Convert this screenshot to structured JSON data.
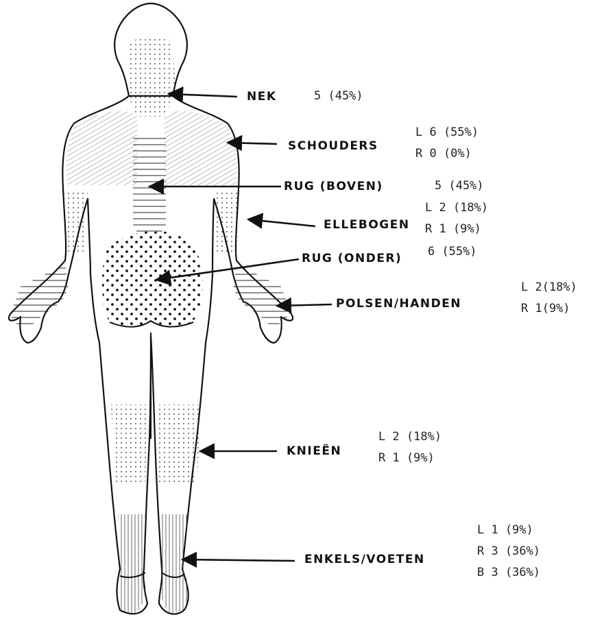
{
  "regions": {
    "nek": {
      "label": "NEK",
      "values": [
        "5 (45%)"
      ]
    },
    "schouders": {
      "label": "SCHOUDERS",
      "values": [
        "L 6 (55%)",
        "R 0 (0%)"
      ]
    },
    "rug_boven": {
      "label": "RUG (BOVEN)",
      "values": [
        "5 (45%)"
      ]
    },
    "ellebogen": {
      "label": "ELLEBOGEN",
      "values": [
        "L 2 (18%)",
        "R 1 (9%)"
      ]
    },
    "rug_onder": {
      "label": "RUG (ONDER)",
      "values": [
        "6 (55%)"
      ]
    },
    "polsen": {
      "label": "POLSEN/HANDEN",
      "values": [
        "L 2(18%)",
        "R 1(9%)"
      ]
    },
    "knieen": {
      "label": "KNIEËN",
      "values": [
        "L 2 (18%)",
        "R 1 (9%)"
      ]
    },
    "enkels": {
      "label": "ENKELS/VOETEN",
      "values": [
        "L 1 (9%)",
        "R 3 (36%)",
        "B 3 (36%)"
      ]
    }
  },
  "colors": {
    "ink": "#111111",
    "background": "#ffffff"
  }
}
